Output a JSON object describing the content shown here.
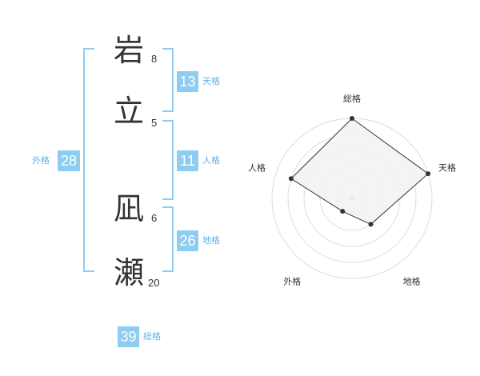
{
  "name": {
    "chars": [
      {
        "char": "岩",
        "strokes": "8"
      },
      {
        "char": "立",
        "strokes": "5"
      },
      {
        "char": "凪",
        "strokes": "6"
      },
      {
        "char": "瀬",
        "strokes": "20"
      }
    ]
  },
  "scores": {
    "tenkaku": {
      "value": "13",
      "label": "天格"
    },
    "jinkaku": {
      "value": "11",
      "label": "人格"
    },
    "chikaku": {
      "value": "26",
      "label": "地格"
    },
    "gaikaku": {
      "value": "28",
      "label": "外格"
    },
    "soukaku": {
      "value": "39",
      "label": "総格"
    }
  },
  "colors": {
    "accent": "#8ecdf1",
    "accent_text": "#5db3e6",
    "text": "#333333",
    "grid": "#dddddd",
    "radar_fill": "#f2f2f2"
  },
  "chart_data": {
    "type": "radar",
    "axes": [
      "総格",
      "天格",
      "地格",
      "外格",
      "人格"
    ],
    "levels": 5,
    "values": [
      5,
      5,
      2,
      1,
      4
    ],
    "max": 5
  }
}
